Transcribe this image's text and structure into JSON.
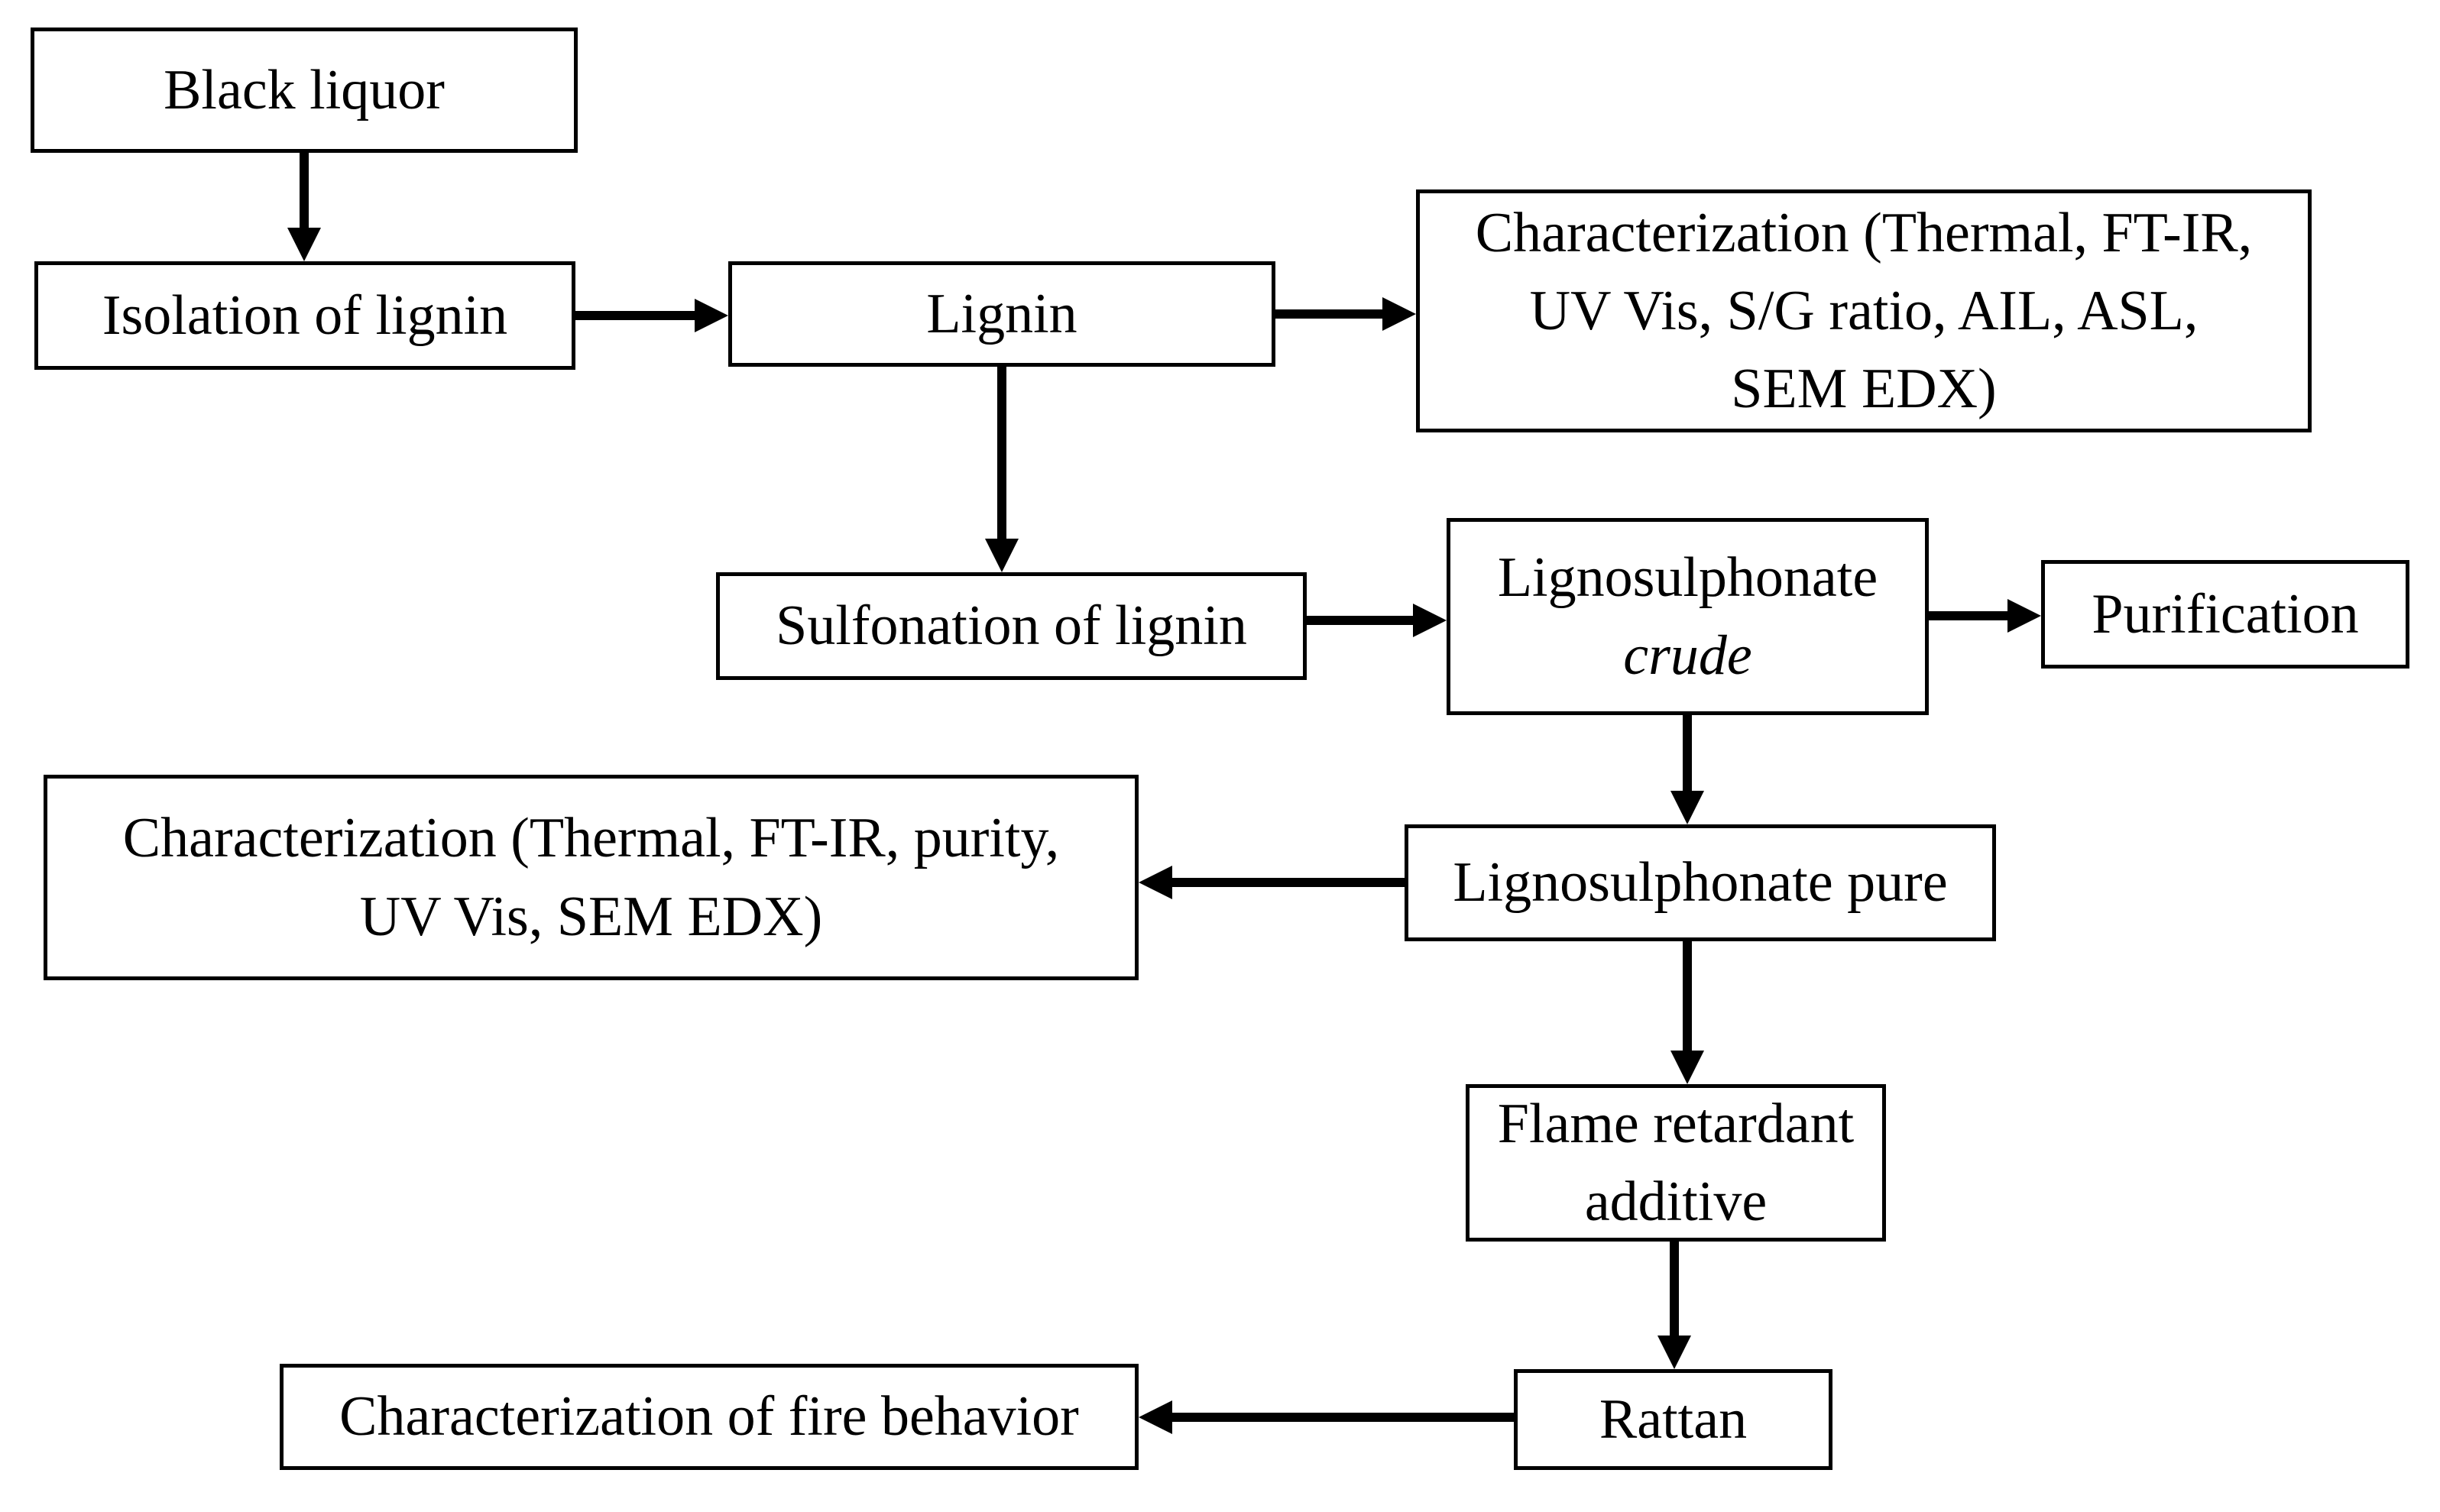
{
  "diagram": {
    "type": "flowchart",
    "background_color": "#ffffff",
    "box_border_color": "#000000",
    "box_fill_color": "#ffffff",
    "text_color": "#000000",
    "arrow_color": "#000000"
  },
  "nodes": {
    "black_liquor": {
      "label": "Black liquor"
    },
    "isolation_of_lignin": {
      "label": "Isolation of lignin"
    },
    "lignin": {
      "label": "Lignin"
    },
    "characterization_lignin": {
      "lines": [
        "Characterization (Thermal, FT-IR,",
        "UV Vis, S/G ratio, AIL, ASL,",
        "SEM EDX)"
      ]
    },
    "sulfonation_of_lignin": {
      "label": "Sulfonation of lignin"
    },
    "lignosulphonate_crude": {
      "line1": "Lignosulphonate",
      "line2": "crude"
    },
    "purification": {
      "label": "Purification"
    },
    "characterization_lignosulphonate": {
      "lines": [
        "Characterization (Thermal, FT-IR, purity,",
        "UV Vis, SEM EDX)"
      ]
    },
    "lignosulphonate_pure": {
      "label": "Lignosulphonate pure"
    },
    "flame_retardant_additive": {
      "lines": [
        "Flame retardant",
        "additive"
      ]
    },
    "rattan": {
      "label": "Rattan"
    },
    "characterization_fire_behavior": {
      "label": "Characterization of fire behavior"
    }
  },
  "edges": [
    {
      "from": "Black liquor",
      "to": "Isolation of lignin",
      "direction": "down"
    },
    {
      "from": "Isolation of lignin",
      "to": "Lignin",
      "direction": "right"
    },
    {
      "from": "Lignin",
      "to": "Characterization (Thermal, FT-IR, UV Vis, S/G ratio, AIL, ASL, SEM EDX)",
      "direction": "right"
    },
    {
      "from": "Lignin",
      "to": "Sulfonation of lignin",
      "direction": "down"
    },
    {
      "from": "Sulfonation of lignin",
      "to": "Lignosulphonate crude",
      "direction": "right"
    },
    {
      "from": "Lignosulphonate crude",
      "to": "Purification",
      "direction": "right"
    },
    {
      "from": "Lignosulphonate crude",
      "to": "Lignosulphonate pure",
      "direction": "down"
    },
    {
      "from": "Lignosulphonate pure",
      "to": "Characterization (Thermal, FT-IR, purity, UV Vis, SEM EDX)",
      "direction": "left"
    },
    {
      "from": "Lignosulphonate pure",
      "to": "Flame retardant additive",
      "direction": "down"
    },
    {
      "from": "Flame retardant additive",
      "to": "Rattan",
      "direction": "down"
    },
    {
      "from": "Rattan",
      "to": "Characterization of fire behavior",
      "direction": "left"
    }
  ]
}
